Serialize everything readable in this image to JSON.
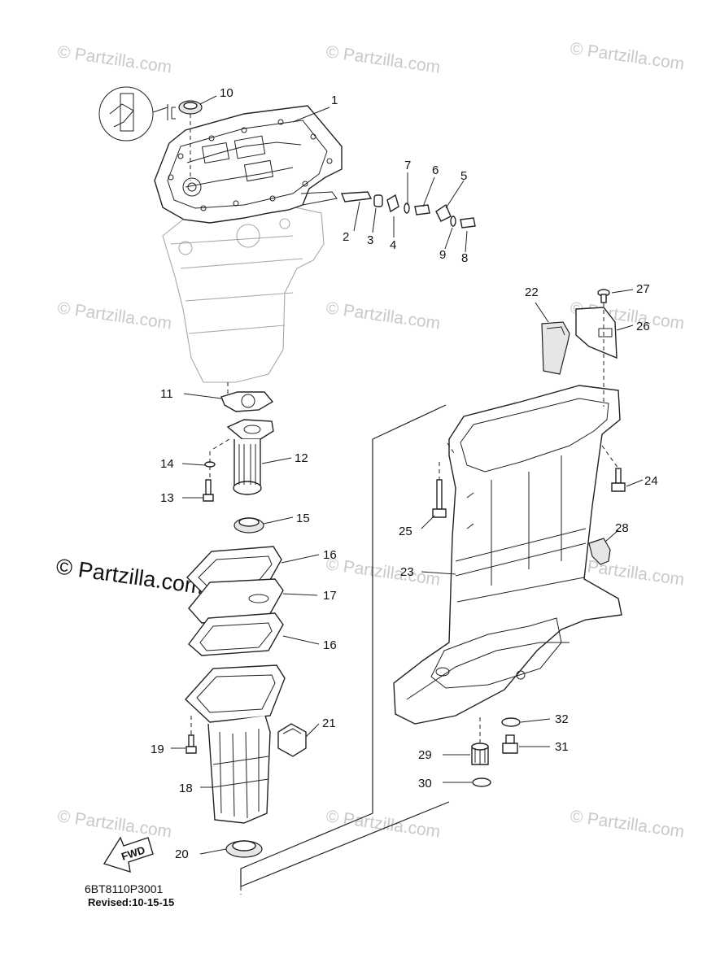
{
  "watermark": {
    "repeat_text": "© Partzilla.com",
    "main_text": "© Partzilla.com"
  },
  "callouts": [
    {
      "id": "1",
      "label": "1"
    },
    {
      "id": "2",
      "label": "2"
    },
    {
      "id": "3",
      "label": "3"
    },
    {
      "id": "4",
      "label": "4"
    },
    {
      "id": "5",
      "label": "5"
    },
    {
      "id": "6",
      "label": "6"
    },
    {
      "id": "7",
      "label": "7"
    },
    {
      "id": "8",
      "label": "8"
    },
    {
      "id": "9",
      "label": "9"
    },
    {
      "id": "10",
      "label": "10"
    },
    {
      "id": "11",
      "label": "11"
    },
    {
      "id": "12",
      "label": "12"
    },
    {
      "id": "13",
      "label": "13"
    },
    {
      "id": "14",
      "label": "14"
    },
    {
      "id": "15",
      "label": "15"
    },
    {
      "id": "16a",
      "label": "16"
    },
    {
      "id": "17",
      "label": "17"
    },
    {
      "id": "16b",
      "label": "16"
    },
    {
      "id": "18",
      "label": "18"
    },
    {
      "id": "19",
      "label": "19"
    },
    {
      "id": "20",
      "label": "20"
    },
    {
      "id": "21",
      "label": "21"
    },
    {
      "id": "22",
      "label": "22"
    },
    {
      "id": "23",
      "label": "23"
    },
    {
      "id": "24",
      "label": "24"
    },
    {
      "id": "25",
      "label": "25"
    },
    {
      "id": "26",
      "label": "26"
    },
    {
      "id": "27",
      "label": "27"
    },
    {
      "id": "28",
      "label": "28"
    },
    {
      "id": "29",
      "label": "29"
    },
    {
      "id": "30",
      "label": "30"
    },
    {
      "id": "31",
      "label": "31"
    },
    {
      "id": "32",
      "label": "32"
    }
  ],
  "fwd_label": "FWD",
  "footer": {
    "code": "6BT8110P3001",
    "revised": "Revised:10-15-15"
  }
}
